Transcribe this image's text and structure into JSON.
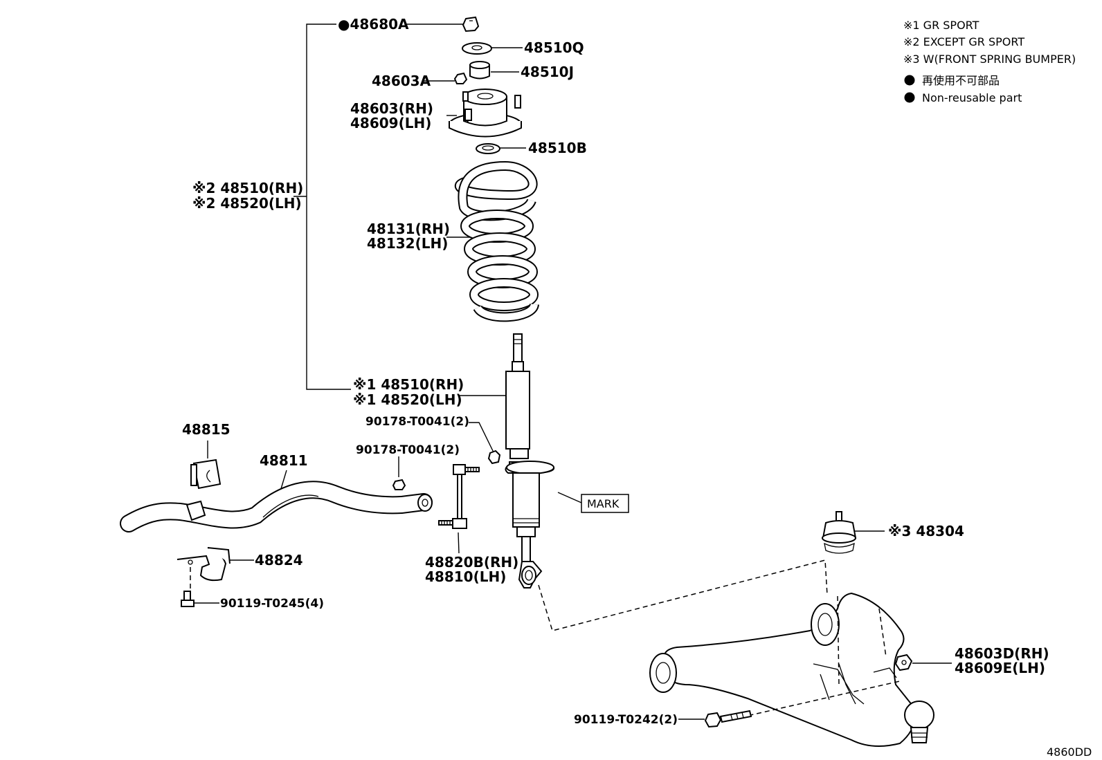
{
  "notes": {
    "n1": "※1 GR SPORT",
    "n2": "※2 EXCEPT GR SPORT",
    "n3": "※3 W(FRONT SPRING BUMPER)",
    "n4": "再使用不可部品",
    "n5": "Non-reusable part"
  },
  "labels": {
    "p48680a": "●48680A",
    "p48510q": "48510Q",
    "p48603a": "48603A",
    "p48510j": "48510J",
    "p48603rh": "48603(RH)",
    "p48609lh": "48609(LH)",
    "p48510b": "48510B",
    "p48510rh_2": "※2 48510(RH)",
    "p48520lh_2": "※2 48520(LH)",
    "p48131rh": "48131(RH)",
    "p48132lh": "48132(LH)",
    "p48510rh_1": "※1 48510(RH)",
    "p48520lh_1": "※1 48520(LH)",
    "p90178a": "90178-T0041(2)",
    "p90178b": "90178-T0041(2)",
    "p48815": "48815",
    "p48811": "48811",
    "mark": "MARK",
    "p48304": "※3 48304",
    "p48820b": "48820B(RH)",
    "p48810": "48810(LH)",
    "p48824": "48824",
    "p90119a": "90119-T0245(4)",
    "p48603d": "48603D(RH)",
    "p48609e": "48609E(LH)",
    "p90119b": "90119-T0242(2)",
    "code": "4860DD"
  }
}
